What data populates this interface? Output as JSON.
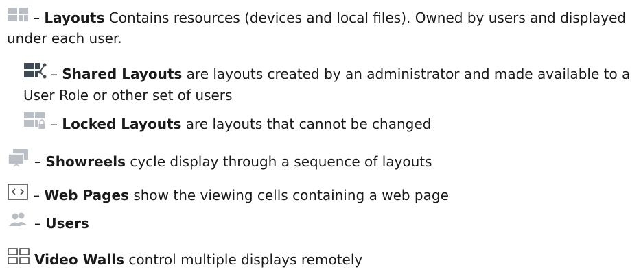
{
  "entries": {
    "layouts": {
      "icon": "layouts-icon",
      "dash": "–",
      "term": "Layouts",
      "desc": "Contains resources (devices and local files). Owned by users and displayed under each user."
    },
    "shared_layouts": {
      "icon": "shared-layouts-icon",
      "dash": "–",
      "term": "Shared Layouts",
      "desc": "are layouts created by an administrator and made available to a User Role or other set of users"
    },
    "locked_layouts": {
      "icon": "locked-layouts-icon",
      "dash": "–",
      "term": "Locked Layouts",
      "desc": "are layouts that cannot be changed"
    },
    "showreels": {
      "icon": "showreels-icon",
      "dash": "–",
      "term": "Showreels",
      "desc": "cycle display through a sequence of layouts"
    },
    "web_pages": {
      "icon": "web-page-icon",
      "dash": "–",
      "term": "Web Pages",
      "desc": "show the viewing cells containing a web page"
    },
    "users": {
      "icon": "users-icon",
      "dash": "–",
      "term": "Users"
    },
    "video_walls": {
      "icon": "video-wall-icon",
      "term": "Video Walls",
      "desc": "control multiple displays remotely"
    }
  },
  "colors": {
    "text": "#1a1a1a",
    "icon_light": "#b9bfc4",
    "icon_dark": "#3f4a55",
    "icon_outline": "#4a4a4a"
  }
}
